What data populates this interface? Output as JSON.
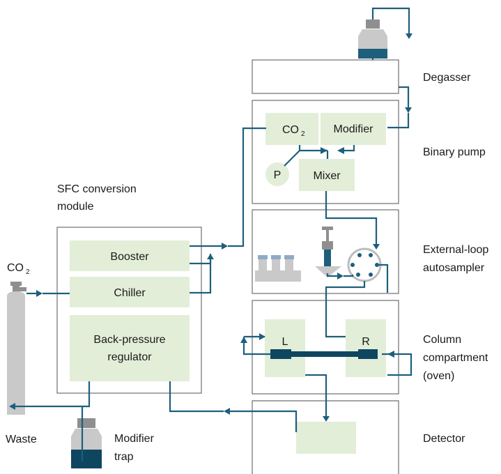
{
  "modules": {
    "degasser": "Degasser",
    "binary_pump": "Binary pump",
    "sfc_module_line1": "SFC conversion",
    "sfc_module_line2": "module",
    "autosampler_line1": "External-loop",
    "autosampler_line2": "autosampler",
    "column_line1": "Column",
    "column_line2": "compartment",
    "column_line3": "(oven)",
    "detector": "Detector"
  },
  "blocks": {
    "co2_pump": "CO",
    "co2_pump_sub": "2",
    "modifier": "Modifier",
    "pressure": "P",
    "mixer": "Mixer",
    "booster": "Booster",
    "chiller": "Chiller",
    "bpr_line1": "Back-pressure",
    "bpr_line2": "regulator",
    "column_left": "L",
    "column_right": "R"
  },
  "external": {
    "co2_tank": "CO",
    "co2_tank_sub": "2",
    "waste": "Waste",
    "modifier_trap_line1": "Modifier",
    "modifier_trap_line2": "trap"
  },
  "colors": {
    "pipe": "#1d5f7c",
    "block_fill": "#e3eed8",
    "module_border": "#6f6f6f"
  }
}
